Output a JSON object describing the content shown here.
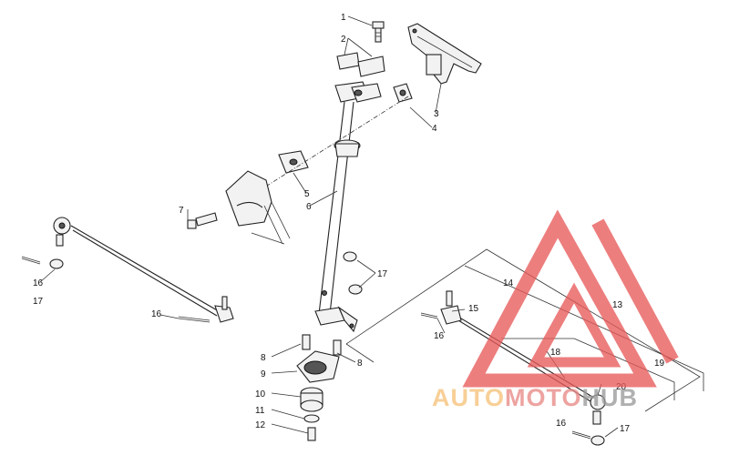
{
  "callouts": [
    "1",
    "2",
    "3",
    "4",
    "5",
    "6",
    "7",
    "8",
    "8",
    "9",
    "10",
    "11",
    "12",
    "13",
    "14",
    "15",
    "16",
    "16",
    "16",
    "17",
    "17",
    "17",
    "18",
    "19",
    "20"
  ],
  "watermark": {
    "word_a": "AUTO",
    "word_b": "MOTO",
    "word_c": "HUB",
    "color_a": "#f5c27a",
    "color_b": "#e88a86",
    "color_c": "#9a9a9a",
    "triangle_color": "#e85a5a"
  }
}
